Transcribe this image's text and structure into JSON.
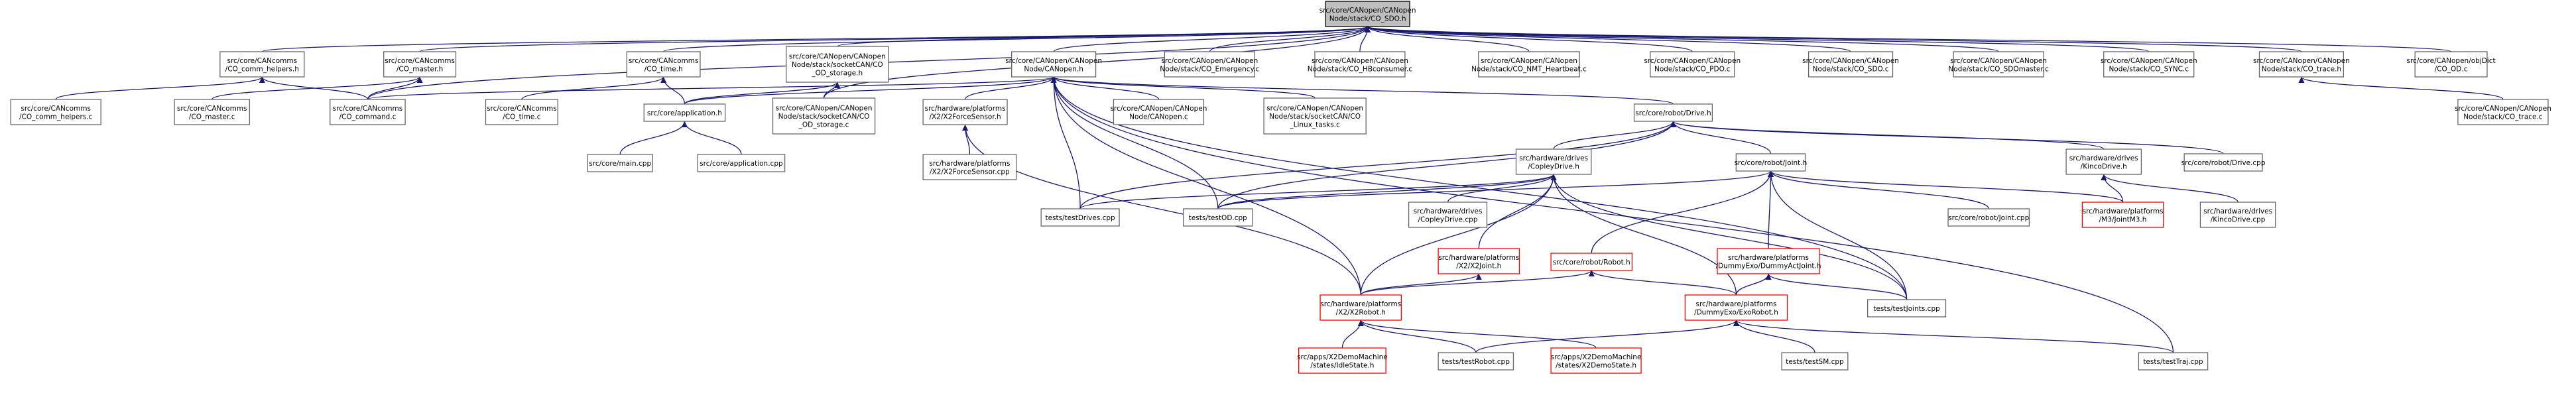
{
  "colors": {
    "edge": "#191970",
    "box_border": "#666666",
    "box_border_red": "#ff0000",
    "root_fill": "#bfbfbf",
    "background": "#ffffff"
  },
  "nodes": [
    {
      "id": "root",
      "lines": [
        "src/core/CANopen/CANopen",
        "Node/stack/CO_SDO.h"
      ],
      "style": "root"
    },
    {
      "id": "comms_helpers_h",
      "lines": [
        "src/core/CANcomms",
        "/CO_comm_helpers.h"
      ],
      "style": "normal"
    },
    {
      "id": "master_h",
      "lines": [
        "src/core/CANcomms",
        "/CO_master.h"
      ],
      "style": "normal"
    },
    {
      "id": "time_h",
      "lines": [
        "src/core/CANcomms",
        "/CO_time.h"
      ],
      "style": "normal"
    },
    {
      "id": "od_storage_h",
      "lines": [
        "src/core/CANopen/CANopen",
        "Node/stack/socketCAN/CO",
        "_OD_storage.h"
      ],
      "style": "normal"
    },
    {
      "id": "canopen_h",
      "lines": [
        "src/core/CANopen/CANopen",
        "Node/CANopen.h"
      ],
      "style": "normal"
    },
    {
      "id": "emergency_c",
      "lines": [
        "src/core/CANopen/CANopen",
        "Node/stack/CO_Emergency.c"
      ],
      "style": "normal"
    },
    {
      "id": "hbconsumer_c",
      "lines": [
        "src/core/CANopen/CANopen",
        "Node/stack/CO_HBconsumer.c"
      ],
      "style": "normal"
    },
    {
      "id": "nmt_c",
      "lines": [
        "src/core/CANopen/CANopen",
        "Node/stack/CO_NMT_Heartbeat.c"
      ],
      "style": "normal"
    },
    {
      "id": "pdo_c",
      "lines": [
        "src/core/CANopen/CANopen",
        "Node/stack/CO_PDO.c"
      ],
      "style": "normal"
    },
    {
      "id": "sdo_c",
      "lines": [
        "src/core/CANopen/CANopen",
        "Node/stack/CO_SDO.c"
      ],
      "style": "normal"
    },
    {
      "id": "sdomaster_c",
      "lines": [
        "src/core/CANopen/CANopen",
        "Node/stack/CO_SDOmaster.c"
      ],
      "style": "normal"
    },
    {
      "id": "sync_c",
      "lines": [
        "src/core/CANopen/CANopen",
        "Node/stack/CO_SYNC.c"
      ],
      "style": "normal"
    },
    {
      "id": "trace_h",
      "lines": [
        "src/core/CANopen/CANopen",
        "Node/stack/CO_trace.h"
      ],
      "style": "normal"
    },
    {
      "id": "od_c",
      "lines": [
        "src/core/CANopen/objDict",
        "/CO_OD.c"
      ],
      "style": "normal"
    },
    {
      "id": "comm_helpers_c",
      "lines": [
        "src/core/CANcomms",
        "/CO_comm_helpers.c"
      ],
      "style": "normal"
    },
    {
      "id": "master_c",
      "lines": [
        "src/core/CANcomms",
        "/CO_master.c"
      ],
      "style": "normal"
    },
    {
      "id": "command_c",
      "lines": [
        "src/core/CANcomms",
        "/CO_command.c"
      ],
      "style": "normal"
    },
    {
      "id": "time_c",
      "lines": [
        "src/core/CANcomms",
        "/CO_time.c"
      ],
      "style": "normal"
    },
    {
      "id": "application_h",
      "lines": [
        "src/core/application.h"
      ],
      "style": "normal"
    },
    {
      "id": "od_storage_c",
      "lines": [
        "src/core/CANopen/CANopen",
        "Node/stack/socketCAN/CO",
        "_OD_storage.c"
      ],
      "style": "normal"
    },
    {
      "id": "x2force_h",
      "lines": [
        "src/hardware/platforms",
        "/X2/X2ForceSensor.h"
      ],
      "style": "normal"
    },
    {
      "id": "canopen_c",
      "lines": [
        "src/core/CANopen/CANopen",
        "Node/CANopen.c"
      ],
      "style": "normal"
    },
    {
      "id": "linux_tasks_c",
      "lines": [
        "src/core/CANopen/CANopen",
        "Node/stack/socketCAN/CO",
        "_Linux_tasks.c"
      ],
      "style": "normal"
    },
    {
      "id": "drive_h",
      "lines": [
        "src/core/robot/Drive.h"
      ],
      "style": "normal"
    },
    {
      "id": "trace_c",
      "lines": [
        "src/core/CANopen/CANopen",
        "Node/stack/CO_trace.c"
      ],
      "style": "normal"
    },
    {
      "id": "main_cpp",
      "lines": [
        "src/core/main.cpp"
      ],
      "style": "normal"
    },
    {
      "id": "application_cpp",
      "lines": [
        "src/core/application.cpp"
      ],
      "style": "normal"
    },
    {
      "id": "x2force_cpp",
      "lines": [
        "src/hardware/platforms",
        "/X2/X2ForceSensor.cpp"
      ],
      "style": "normal"
    },
    {
      "id": "copley_h",
      "lines": [
        "src/hardware/drives",
        "/CopleyDrive.h"
      ],
      "style": "normal"
    },
    {
      "id": "joint_h",
      "lines": [
        "src/core/robot/Joint.h"
      ],
      "style": "normal"
    },
    {
      "id": "kinco_h",
      "lines": [
        "src/hardware/drives",
        "/KincoDrive.h"
      ],
      "style": "normal"
    },
    {
      "id": "drive_cpp",
      "lines": [
        "src/core/robot/Drive.cpp"
      ],
      "style": "normal"
    },
    {
      "id": "testdrives_cpp",
      "lines": [
        "tests/testDrives.cpp"
      ],
      "style": "normal"
    },
    {
      "id": "testod_cpp",
      "lines": [
        "tests/testOD.cpp"
      ],
      "style": "normal"
    },
    {
      "id": "copley_cpp",
      "lines": [
        "src/hardware/drives",
        "/CopleyDrive.cpp"
      ],
      "style": "normal"
    },
    {
      "id": "x2joint_h",
      "lines": [
        "src/hardware/platforms",
        "/X2/X2Joint.h"
      ],
      "style": "red"
    },
    {
      "id": "robot_h",
      "lines": [
        "src/core/robot/Robot.h"
      ],
      "style": "red"
    },
    {
      "id": "dummyactjoint_h",
      "lines": [
        "src/hardware/platforms",
        "/DummyExo/DummyActJoint.h"
      ],
      "style": "red"
    },
    {
      "id": "joint_cpp",
      "lines": [
        "src/core/robot/Joint.cpp"
      ],
      "style": "normal"
    },
    {
      "id": "m3joint_h",
      "lines": [
        "src/hardware/platforms",
        "/M3/JointM3.h"
      ],
      "style": "red"
    },
    {
      "id": "kinco_cpp",
      "lines": [
        "src/hardware/drives",
        "/KincoDrive.cpp"
      ],
      "style": "normal"
    },
    {
      "id": "testjoints_cpp",
      "lines": [
        "tests/testJoints.cpp"
      ],
      "style": "normal"
    },
    {
      "id": "x2robot_h",
      "lines": [
        "src/hardware/platforms",
        "/X2/X2Robot.h"
      ],
      "style": "red"
    },
    {
      "id": "exorobot_h",
      "lines": [
        "src/hardware/platforms",
        "/DummyExo/ExoRobot.h"
      ],
      "style": "red"
    },
    {
      "id": "idlestate_h",
      "lines": [
        "src/apps/X2DemoMachine",
        "/states/IdleState.h"
      ],
      "style": "red"
    },
    {
      "id": "testrobot_cpp",
      "lines": [
        "tests/testRobot.cpp"
      ],
      "style": "normal"
    },
    {
      "id": "demostate_h",
      "lines": [
        "src/apps/X2DemoMachine",
        "/states/X2DemoState.h"
      ],
      "style": "red"
    },
    {
      "id": "testsm_cpp",
      "lines": [
        "tests/testSM.cpp"
      ],
      "style": "normal"
    },
    {
      "id": "testtraj_cpp",
      "lines": [
        "tests/testTraj.cpp"
      ],
      "style": "normal"
    }
  ],
  "edges": [
    [
      "root",
      "comms_helpers_h"
    ],
    [
      "root",
      "master_h"
    ],
    [
      "root",
      "time_h"
    ],
    [
      "root",
      "od_storage_h"
    ],
    [
      "root",
      "canopen_h"
    ],
    [
      "root",
      "emergency_c"
    ],
    [
      "root",
      "hbconsumer_c"
    ],
    [
      "root",
      "nmt_c"
    ],
    [
      "root",
      "pdo_c"
    ],
    [
      "root",
      "sdo_c"
    ],
    [
      "root",
      "sdomaster_c"
    ],
    [
      "root",
      "sync_c"
    ],
    [
      "root",
      "trace_h"
    ],
    [
      "root",
      "od_c"
    ],
    [
      "root",
      "command_c"
    ],
    [
      "root",
      "od_storage_c"
    ],
    [
      "comms_helpers_h",
      "comm_helpers_c"
    ],
    [
      "comms_helpers_h",
      "command_c"
    ],
    [
      "master_h",
      "master_c"
    ],
    [
      "master_h",
      "command_c"
    ],
    [
      "time_h",
      "time_c"
    ],
    [
      "time_h",
      "application_h"
    ],
    [
      "od_storage_h",
      "application_h"
    ],
    [
      "od_storage_h",
      "od_storage_c"
    ],
    [
      "canopen_h",
      "command_c"
    ],
    [
      "canopen_h",
      "application_h"
    ],
    [
      "canopen_h",
      "x2force_h"
    ],
    [
      "canopen_h",
      "canopen_c"
    ],
    [
      "canopen_h",
      "linux_tasks_c"
    ],
    [
      "canopen_h",
      "drive_h"
    ],
    [
      "canopen_h",
      "testdrives_cpp"
    ],
    [
      "canopen_h",
      "testod_cpp"
    ],
    [
      "canopen_h",
      "x2robot_h"
    ],
    [
      "canopen_h",
      "testjoints_cpp"
    ],
    [
      "canopen_h",
      "testtraj_cpp"
    ],
    [
      "trace_h",
      "trace_c"
    ],
    [
      "application_h",
      "main_cpp"
    ],
    [
      "application_h",
      "application_cpp"
    ],
    [
      "x2force_h",
      "x2force_cpp"
    ],
    [
      "x2force_h",
      "x2robot_h"
    ],
    [
      "drive_h",
      "copley_h"
    ],
    [
      "drive_h",
      "joint_h"
    ],
    [
      "drive_h",
      "kinco_h"
    ],
    [
      "drive_h",
      "drive_cpp"
    ],
    [
      "drive_h",
      "testdrives_cpp"
    ],
    [
      "drive_h",
      "testod_cpp"
    ],
    [
      "copley_h",
      "testdrives_cpp"
    ],
    [
      "copley_h",
      "testod_cpp"
    ],
    [
      "copley_h",
      "copley_cpp"
    ],
    [
      "copley_h",
      "x2joint_h"
    ],
    [
      "copley_h",
      "x2robot_h"
    ],
    [
      "copley_h",
      "exorobot_h"
    ],
    [
      "copley_h",
      "testjoints_cpp"
    ],
    [
      "joint_h",
      "testod_cpp"
    ],
    [
      "joint_h",
      "robot_h"
    ],
    [
      "joint_h",
      "dummyactjoint_h"
    ],
    [
      "joint_h",
      "joint_cpp"
    ],
    [
      "joint_h",
      "m3joint_h"
    ],
    [
      "joint_h",
      "testjoints_cpp"
    ],
    [
      "kinco_h",
      "kinco_cpp"
    ],
    [
      "kinco_h",
      "m3joint_h"
    ],
    [
      "x2joint_h",
      "x2robot_h"
    ],
    [
      "robot_h",
      "x2robot_h"
    ],
    [
      "robot_h",
      "exorobot_h"
    ],
    [
      "dummyactjoint_h",
      "exorobot_h"
    ],
    [
      "dummyactjoint_h",
      "testjoints_cpp"
    ],
    [
      "x2robot_h",
      "idlestate_h"
    ],
    [
      "x2robot_h",
      "demostate_h"
    ],
    [
      "x2robot_h",
      "testrobot_cpp"
    ],
    [
      "exorobot_h",
      "testrobot_cpp"
    ],
    [
      "exorobot_h",
      "testsm_cpp"
    ],
    [
      "exorobot_h",
      "testtraj_cpp"
    ]
  ]
}
